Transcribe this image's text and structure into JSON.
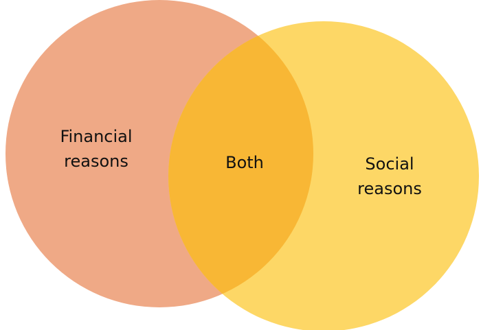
{
  "diagram": {
    "type": "venn",
    "sets": [
      {
        "id": "financial",
        "label": "Financial\nreasons",
        "color": "#EFA986"
      },
      {
        "id": "social",
        "label": "Social\nreasons",
        "color": "#FDD766"
      }
    ],
    "intersection": {
      "label": "Both",
      "color": "#F8B735"
    }
  }
}
